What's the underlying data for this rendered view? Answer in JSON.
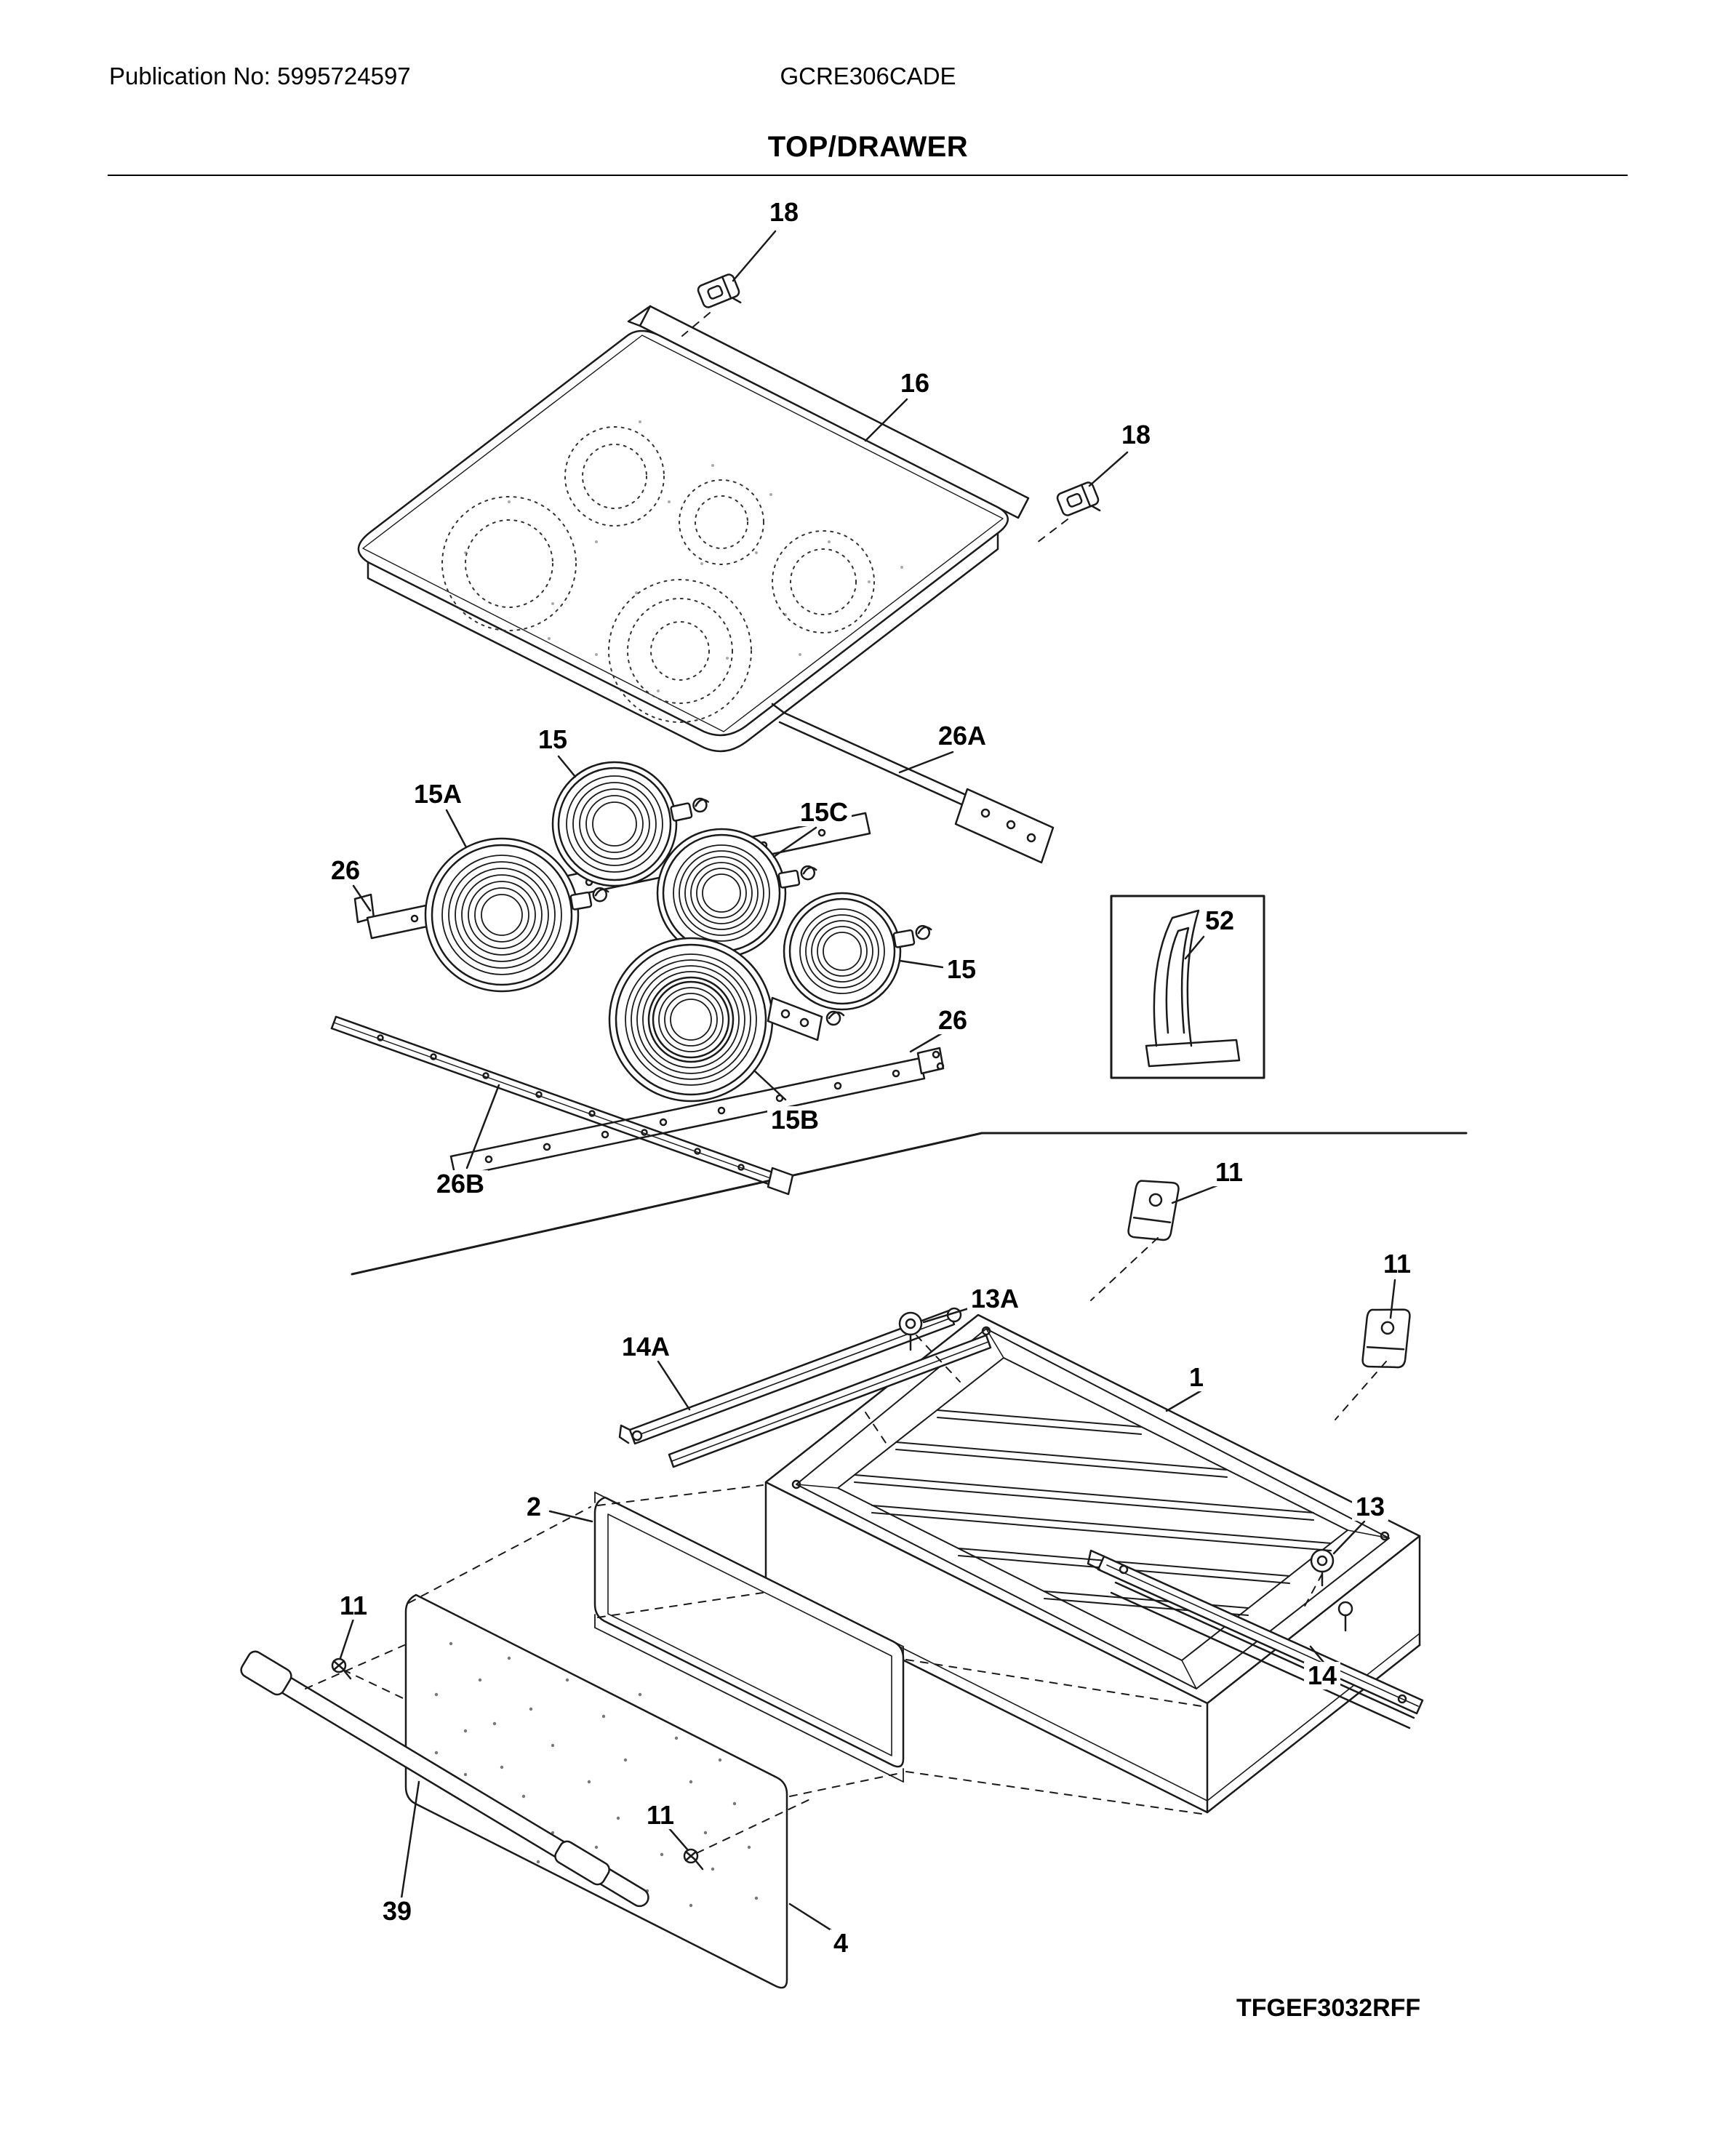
{
  "header": {
    "publication_label": "Publication No: 5995724597",
    "model_number": "GCRE306CADE",
    "section_title": "TOP/DRAWER"
  },
  "footer": {
    "diagram_code": "TFGEF3032RFF"
  },
  "diagram": {
    "callouts": [
      {
        "id": "clip-18-top",
        "label": "18"
      },
      {
        "id": "maintop-16",
        "label": "16"
      },
      {
        "id": "clip-18-right",
        "label": "18"
      },
      {
        "id": "element-15-upper",
        "label": "15"
      },
      {
        "id": "bracket-26a",
        "label": "26A"
      },
      {
        "id": "element-15a",
        "label": "15A"
      },
      {
        "id": "element-15c",
        "label": "15C"
      },
      {
        "id": "bracket-26-left",
        "label": "26"
      },
      {
        "id": "element-15-right",
        "label": "15"
      },
      {
        "id": "bracket-26-right",
        "label": "26"
      },
      {
        "id": "element-15b",
        "label": "15B"
      },
      {
        "id": "rail-26b",
        "label": "26B"
      },
      {
        "id": "bracket-52",
        "label": "52"
      },
      {
        "id": "clip-11-upper",
        "label": "11"
      },
      {
        "id": "clip-11-right",
        "label": "11"
      },
      {
        "id": "roller-13a",
        "label": "13A"
      },
      {
        "id": "slide-14a",
        "label": "14A"
      },
      {
        "id": "drawer-body-1",
        "label": "1"
      },
      {
        "id": "inner-panel-2",
        "label": "2"
      },
      {
        "id": "roller-13",
        "label": "13"
      },
      {
        "id": "screw-11-left",
        "label": "11"
      },
      {
        "id": "slide-14",
        "label": "14"
      },
      {
        "id": "screw-11-lower",
        "label": "11"
      },
      {
        "id": "handle-39",
        "label": "39"
      },
      {
        "id": "front-panel-4",
        "label": "4"
      }
    ]
  }
}
